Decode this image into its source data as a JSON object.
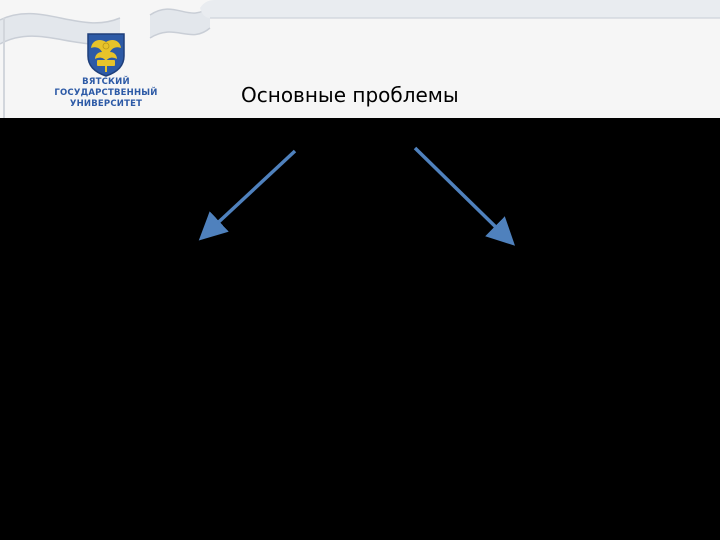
{
  "header": {
    "university_name_lines": [
      "ВЯТСКИЙ",
      "ГОСУДАРСТВЕННЫЙ",
      "УНИВЕРСИТЕТ"
    ],
    "slide_title": "Основные проблемы"
  },
  "colors": {
    "background": "#000000",
    "header_background": "#f6f6f6",
    "ribbon": "#dde2e8",
    "brand_blue": "#2d5aa6",
    "emblem_gold": "#e7c32a",
    "arrow": "#4f81bd"
  },
  "icons": {
    "emblem": "university-eagle-emblem",
    "arrows": [
      "arrow-down-left",
      "arrow-down-right"
    ]
  }
}
